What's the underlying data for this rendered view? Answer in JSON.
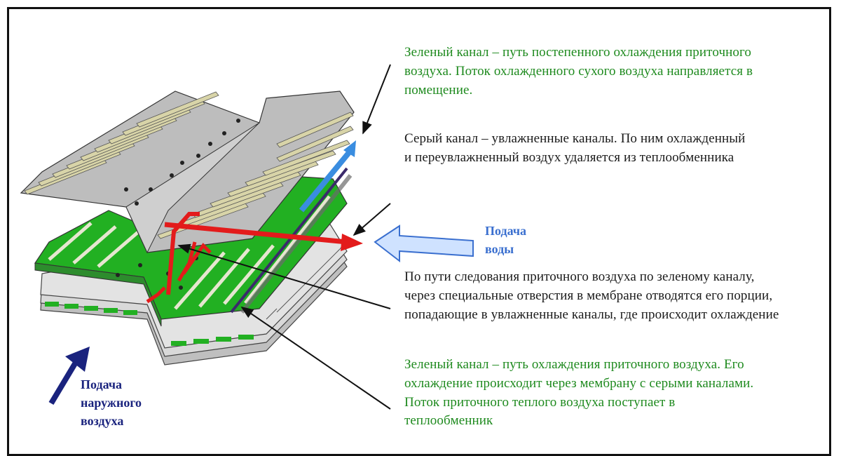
{
  "blocks": {
    "green_top": "Зеленый канал – путь постепенного охлаждения приточного воздуха. Поток охлажденного сухого воздуха направляется в помещение.",
    "gray": "Серый канал – увлажненные каналы. По ним охлажденный и переувлажненный воздух удаляется из теплообменника",
    "middle": "По пути следования приточного воздуха по зеленому каналу, через специальные отверстия в мембране отводятся его порции, попадающие в увлажненные каналы, где происходит охлаждение",
    "green_bottom": "Зеленый канал – путь охлаждения приточного воздуха. Его охлаждение происходит через мембрану с серыми каналами. Поток приточного теплого воздуха поступает в теплообменник"
  },
  "labels": {
    "water": "Подача воды",
    "outside_air": "Подача наружного воздуха"
  },
  "colors": {
    "green_text": "#1e8a1e",
    "water_label": "#3a6fcf",
    "air_label": "#1a237e",
    "red_arrow": "#e31b1b",
    "blue_arrow": "#3a8de0",
    "channel_green": "#22b022"
  }
}
